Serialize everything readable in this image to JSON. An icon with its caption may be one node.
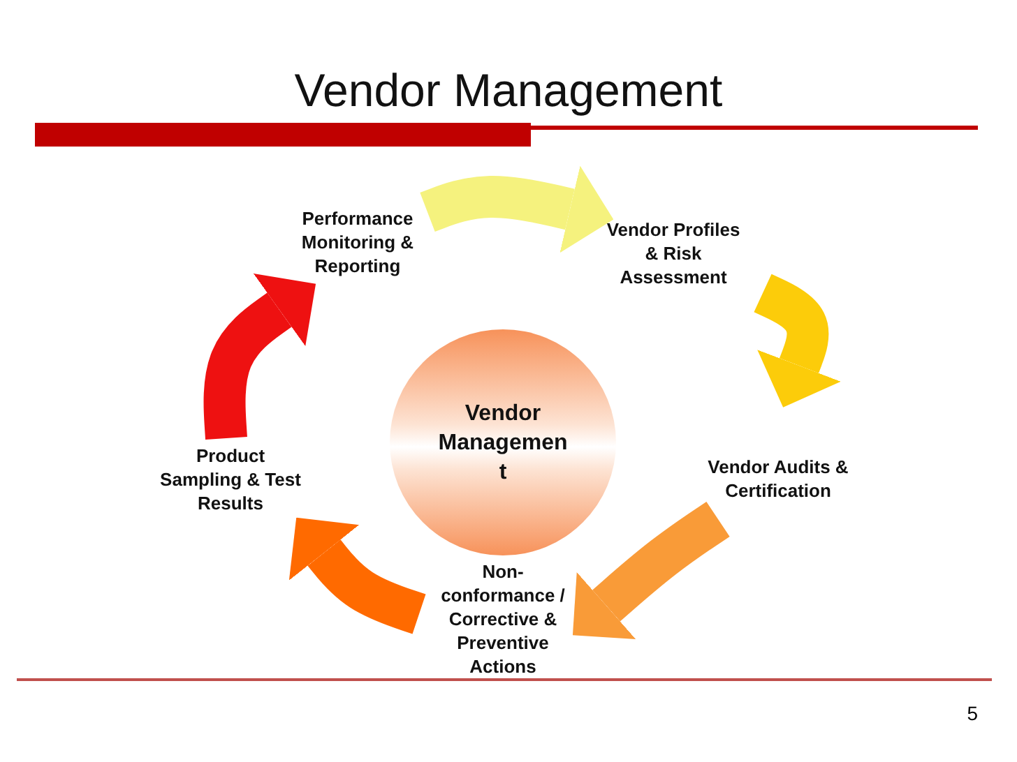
{
  "diagram": {
    "title": "Vendor Management",
    "nodes": [
      {
        "text": [
          "Vendor Management"
        ]
      },
      {
        "text": [
          "Performance Monitoring & Reporting"
        ]
      },
      {
        "text": [
          "Vendor Profiles & Risk Assessment"
        ]
      },
      {
        "text": [
          "Vendor Audits & Certification"
        ]
      },
      {
        "text": [
          "Non-conformance / Corrective & Preventive Actions"
        ]
      },
      {
        "text": [
          "Product Sampling & Test Results"
        ]
      }
    ],
    "edges": [
      {
        "from": 1,
        "to": 2,
        "arrow": "to",
        "color": "#f5f27e"
      },
      {
        "from": 2,
        "to": 3,
        "arrow": "to",
        "color": "#fccc0a"
      },
      {
        "from": 3,
        "to": 4,
        "arrow": "to",
        "color": "#f99b38"
      },
      {
        "from": 4,
        "to": 5,
        "arrow": "to",
        "color": "#ff6a00"
      },
      {
        "from": 5,
        "to": 1,
        "arrow": "to",
        "color": "#ee1111"
      }
    ],
    "labels": [
      "5"
    ]
  }
}
